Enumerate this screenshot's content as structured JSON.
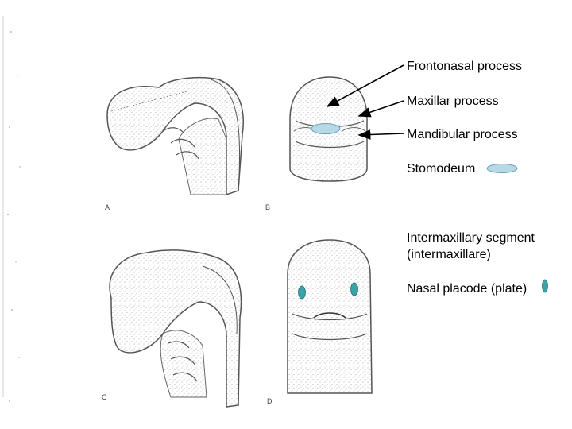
{
  "labels": {
    "frontonasal": "Frontonasal process",
    "maxillar": "Maxillar process",
    "mandibular": "Mandibular process",
    "stomodeum": "Stomodeum",
    "intermaxillary_line1": "Intermaxillary segment",
    "intermaxillary_line2": "(intermaxillare)",
    "nasal_placode": "Nasal placode (plate)"
  },
  "panel_letters": {
    "a": "A",
    "b": "B",
    "c": "C",
    "d": "D"
  },
  "colors": {
    "highlight": "#b7d9e6",
    "placode": "#3aa3a8",
    "line": "#000000",
    "sketch": "#555555"
  }
}
